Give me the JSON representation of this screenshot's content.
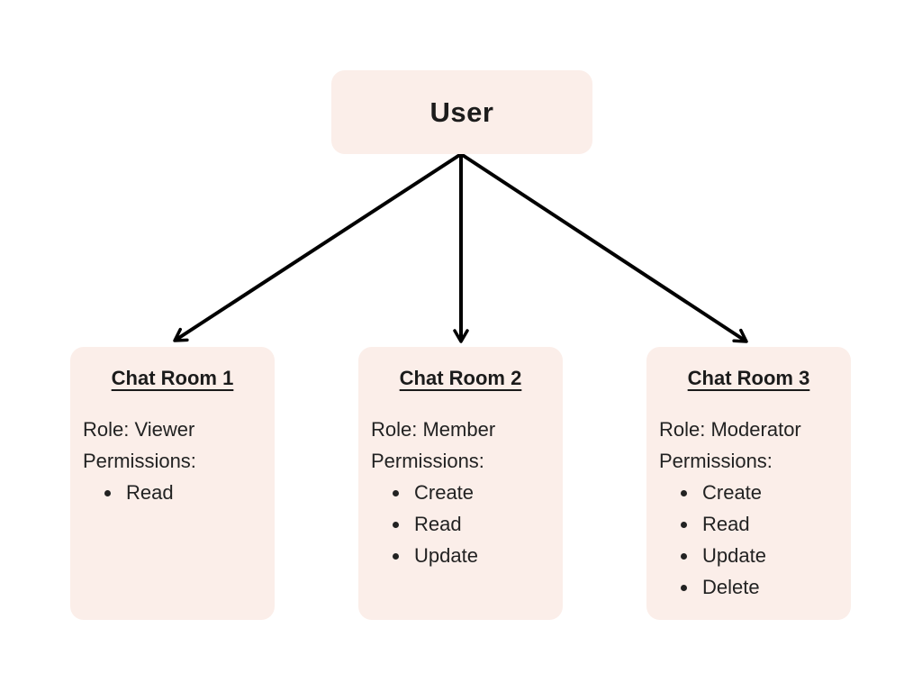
{
  "diagram": {
    "root": {
      "label": "User"
    },
    "labels": {
      "role_prefix": "Role:",
      "permissions_heading": "Permissions:"
    },
    "rooms": [
      {
        "title": "Chat Room 1",
        "role": "Viewer",
        "permissions": [
          "Read"
        ]
      },
      {
        "title": "Chat Room 2",
        "role": "Member",
        "permissions": [
          "Create",
          "Read",
          "Update"
        ]
      },
      {
        "title": "Chat Room 3",
        "role": "Moderator",
        "permissions": [
          "Create",
          "Read",
          "Update",
          "Delete"
        ]
      }
    ],
    "colors": {
      "node_fill": "#fbeee9",
      "text": "#1c1c1c",
      "arrow": "#000000",
      "background": "#ffffff"
    }
  }
}
